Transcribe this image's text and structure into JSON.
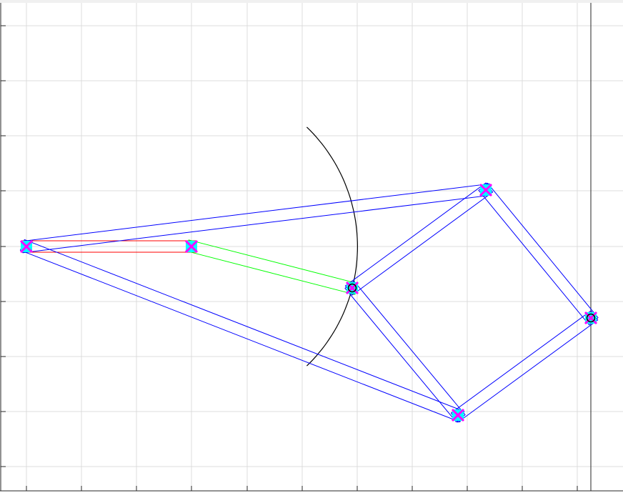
{
  "figure": {
    "background": "#ffffff",
    "grid_color": "#dcdcdc",
    "axis_color": "#262626",
    "grid": true,
    "x_tick_count": 11,
    "y_tick_count": 9
  },
  "colors": {
    "blue_link": "#0000ff",
    "red_link": "#ff0000",
    "green_link": "#00ff00",
    "marker_cyan": "#00ffff",
    "marker_magenta": "#ff00ff",
    "arc": "#000000",
    "pivot_circle": "#000000"
  },
  "nodes": [
    {
      "id": "A",
      "pivot": false
    },
    {
      "id": "B",
      "pivot": false
    },
    {
      "id": "C",
      "pivot": true
    },
    {
      "id": "D",
      "pivot": false
    },
    {
      "id": "E",
      "pivot": false
    },
    {
      "id": "F",
      "pivot": true
    }
  ],
  "links": [
    {
      "from": "A",
      "to": "B",
      "color": "red"
    },
    {
      "from": "B",
      "to": "C",
      "color": "green"
    },
    {
      "from": "A",
      "to": "D",
      "color": "blue"
    },
    {
      "from": "A",
      "to": "E",
      "color": "blue"
    },
    {
      "from": "C",
      "to": "D",
      "color": "blue"
    },
    {
      "from": "C",
      "to": "E",
      "color": "blue"
    },
    {
      "from": "D",
      "to": "F",
      "color": "blue"
    },
    {
      "from": "E",
      "to": "F",
      "color": "blue"
    }
  ]
}
